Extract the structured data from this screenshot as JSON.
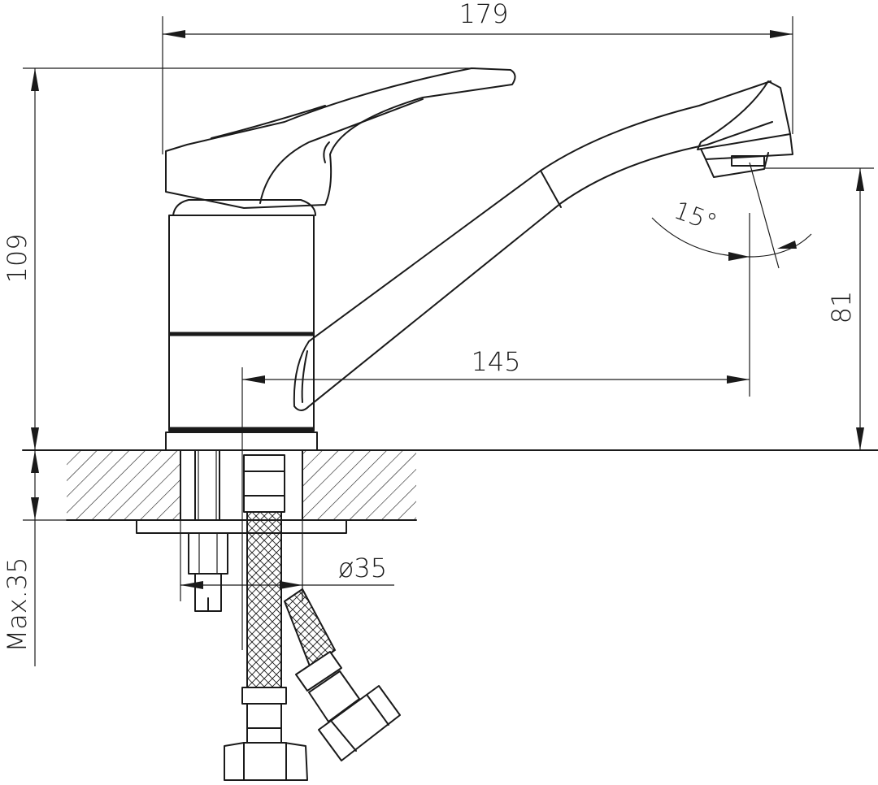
{
  "dimensions": {
    "overall_length": "179",
    "overall_height": "109",
    "spout_height": "81",
    "spout_reach": "145",
    "spout_angle": "15°",
    "hole_diameter": "ø35",
    "max_counter_thickness": "Max.35"
  }
}
